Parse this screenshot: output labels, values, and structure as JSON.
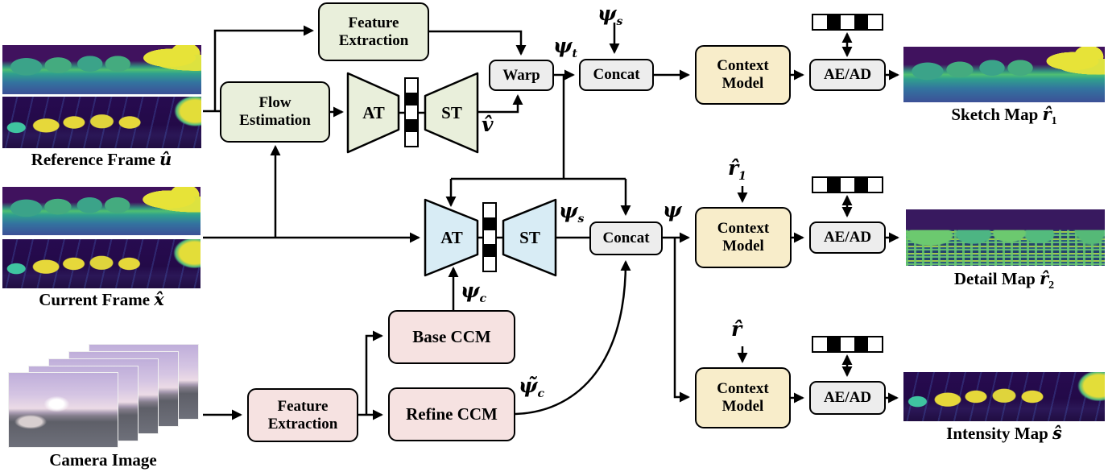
{
  "colors": {
    "green": "#e9efdb",
    "blue": "#d8ecf5",
    "pink": "#f6e2e1",
    "yellow": "#f8edca",
    "gray": "#ededed",
    "line": "#000000"
  },
  "blocks": {
    "feature_extraction_top": "Feature\nExtraction",
    "flow_estimation": "Flow\nEstimation",
    "at_top": "AT",
    "st_top": "ST",
    "warp": "Warp",
    "concat_top": "Concat",
    "context_model_top": "Context\nModel",
    "ae_ad_top": "AE/AD",
    "at_mid": "AT",
    "st_mid": "ST",
    "concat_mid": "Concat",
    "context_model_mid": "Context\nModel",
    "ae_ad_mid": "AE/AD",
    "context_model_bottom": "Context\nModel",
    "ae_ad_bottom": "AE/AD",
    "base_ccm": "Base CCM",
    "refine_ccm": "Refine CCM",
    "feature_extraction_bottom": "Feature\nExtraction"
  },
  "symbols": {
    "psi_s_top": {
      "base": "ψ",
      "sub": "s"
    },
    "psi_t": {
      "base": "ψ",
      "sub": "t"
    },
    "v_hat": {
      "base": "v̂",
      "sub": ""
    },
    "psi_s_mid": {
      "base": "ψ",
      "sub": "s"
    },
    "psi": {
      "base": "ψ",
      "sub": ""
    },
    "psi_c": {
      "base": "ψ",
      "sub": "c"
    },
    "psi_c_tilde": {
      "base": "ψ̃",
      "sub": "c"
    },
    "r_hat_1": {
      "base": "r̂",
      "sub": "1"
    },
    "r_hat": {
      "base": "r̂",
      "sub": ""
    }
  },
  "inputs": {
    "reference_frame": {
      "text": "Reference Frame ",
      "math": "û",
      "sub": ""
    },
    "current_frame": {
      "text": "Current Frame ",
      "math": "x̂",
      "sub": ""
    },
    "camera_image": {
      "text": "Camera Image",
      "math": "",
      "sub": ""
    }
  },
  "outputs": {
    "sketch_map": {
      "text": "Sketch Map ",
      "math": "r̂",
      "sub": "1"
    },
    "detail_map": {
      "text": "Detail Map ",
      "math": "r̂",
      "sub": "2"
    },
    "intensity_map": {
      "text": "Intensity Map ",
      "math": "ŝ",
      "sub": ""
    }
  }
}
